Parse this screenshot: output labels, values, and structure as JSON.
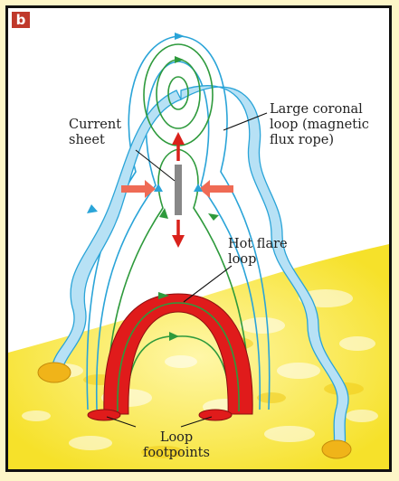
{
  "panel_letter": "b",
  "labels": {
    "current_sheet": [
      "Current",
      "sheet"
    ],
    "large_coronal_loop": [
      "Large coronal",
      "loop (magnetic",
      "flux rope)"
    ],
    "hot_flare_loop": [
      "Hot flare",
      "loop"
    ],
    "loop_footpoints": [
      "Loop",
      "footpoints"
    ]
  },
  "colors": {
    "background": "#fdf6c8",
    "frame": "#111111",
    "sky": "#ffffff",
    "photosphere": "#f7e83a",
    "blue_field_line": "#2aa4d8",
    "flux_rope_fill": "#b7e1f5",
    "green_field_line": "#2e9a3c",
    "flare_loop": "#e01b1b",
    "current_sheet": "#888888",
    "inflow_arrow": "#ef6b55",
    "outflow_arrow": "#d9211b",
    "footpoint_orange": "#f0b419"
  }
}
